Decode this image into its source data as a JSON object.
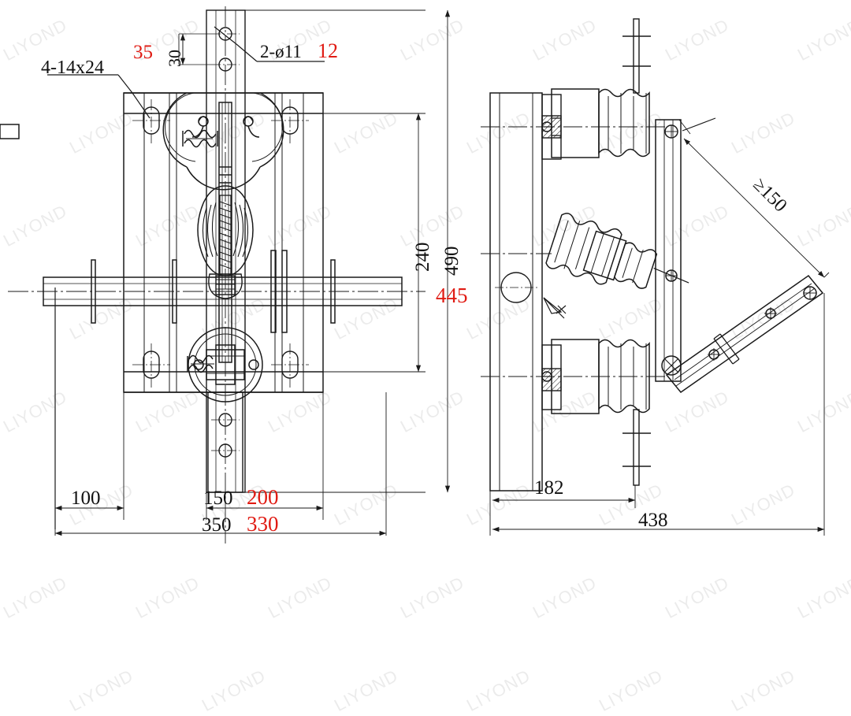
{
  "drawing": {
    "title": "Vacuum circuit breaker / load switch mechanism outline drawing",
    "background_color": "#ffffff",
    "line_color": "#1a1a1a",
    "accent_color": "#e01b13",
    "watermark": {
      "text": "LIYOND",
      "color": "#000000",
      "opacity": 0.075,
      "angle_deg": -28
    },
    "views": [
      {
        "name": "front-view",
        "label": "",
        "position": "left"
      },
      {
        "name": "side-view",
        "label": "",
        "position": "right"
      }
    ]
  },
  "annotations": {
    "hole_spec_slot": {
      "text": "4-14x24",
      "color": "black"
    },
    "hole_spec_round": {
      "text": "2-ø11",
      "color": "black"
    },
    "hole_spec_round_alt": {
      "text": "12",
      "color": "red"
    },
    "offset_35": {
      "text": "35",
      "color": "red"
    },
    "offset_30": {
      "text": "30",
      "color": "black"
    },
    "min_clearance": {
      "text": "≥150",
      "color": "black"
    }
  },
  "dimensions": {
    "front_view": {
      "vertical": [
        {
          "name": "dim-240",
          "text": "240",
          "color": "black",
          "orientation": "vertical"
        },
        {
          "name": "dim-490",
          "text": "490",
          "color": "black",
          "orientation": "vertical"
        },
        {
          "name": "dim-445",
          "text": "445",
          "color": "red",
          "orientation": "horizontal"
        }
      ],
      "horizontal": [
        {
          "name": "dim-100",
          "text": "100",
          "color": "black"
        },
        {
          "name": "dim-150",
          "text": "150",
          "color": "black"
        },
        {
          "name": "dim-200",
          "text": "200",
          "color": "red"
        },
        {
          "name": "dim-350",
          "text": "350",
          "color": "black"
        },
        {
          "name": "dim-330",
          "text": "330",
          "color": "red"
        }
      ]
    },
    "side_view": {
      "horizontal": [
        {
          "name": "dim-182",
          "text": "182",
          "color": "black"
        },
        {
          "name": "dim-438",
          "text": "438",
          "color": "black"
        }
      ],
      "diagonal": [
        {
          "name": "dim-min-150",
          "text": "≥150",
          "color": "black"
        }
      ]
    }
  }
}
